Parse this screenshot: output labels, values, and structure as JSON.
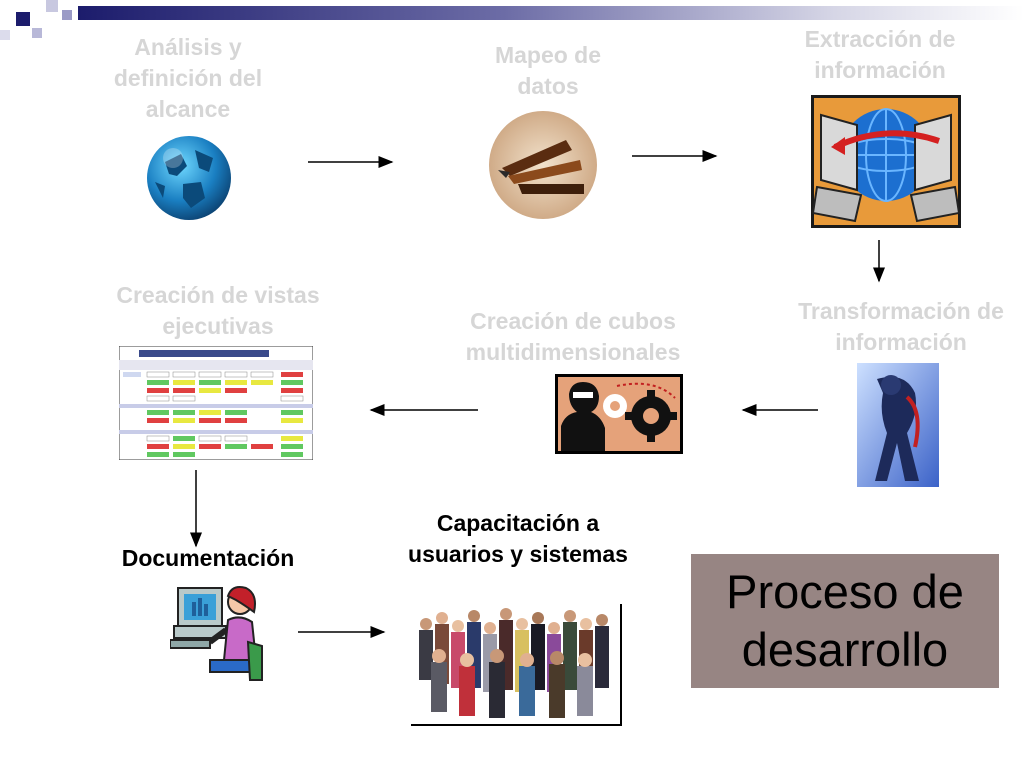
{
  "slide": {
    "title": "Proceso de desarrollo",
    "colors": {
      "accent_navy": "#1c1c6c",
      "title_box": "#978583",
      "faded_text": "#d6d6d6"
    }
  },
  "steps": [
    {
      "id": "alcance",
      "label": "Análisis y definición del alcance",
      "icon": "globe-icon",
      "state": "faded"
    },
    {
      "id": "mapeo",
      "label": "Mapeo de datos",
      "icon": "pens-photo-icon",
      "state": "faded"
    },
    {
      "id": "extraccion",
      "label": "Extracción de información",
      "icon": "computers-globe-icon",
      "state": "faded"
    },
    {
      "id": "transformacion",
      "label": "Transformación de información",
      "icon": "bending-figure-icon",
      "state": "faded"
    },
    {
      "id": "cubos",
      "label": "Creación de cubos multidimensionales",
      "icon": "head-gears-icon",
      "state": "faded"
    },
    {
      "id": "vistas",
      "label": "Creación de vistas ejecutivas",
      "icon": "dashboard-table-icon",
      "state": "faded"
    },
    {
      "id": "documentacion",
      "label": "Documentación",
      "icon": "woman-computer-icon",
      "state": "active"
    },
    {
      "id": "capacitacion",
      "label": "Capacitación a usuarios y sistemas",
      "icon": "crowd-photo-icon",
      "state": "active"
    }
  ]
}
